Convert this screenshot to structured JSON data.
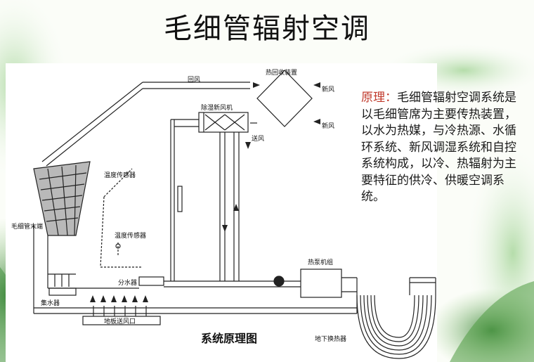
{
  "slide": {
    "title": "毛细管辐射空调",
    "principle_label": "原理：",
    "principle_text": "毛细管辐射空调系统是以毛细管席为主要传热装置，以水为热媒，与冷热源、水循环系统、新风调湿系统和自控系统构成，以冷、热辐射为主要特征的供冷、供暖空调系统。",
    "caption": "系统原理图"
  },
  "diagram": {
    "labels": {
      "return_air": "回风",
      "heat_recovery": "热回收装置",
      "fresh_air_1": "新风",
      "fresh_air_2": "新风",
      "dehumid_fan": "除湿新风机",
      "supply_air": "送风",
      "temp_humidity_sensor_1": "温度传感器",
      "capillary_end": "毛细管末端",
      "temp_humidity_sensor_2": "温度传感器",
      "distributor": "分水器",
      "collector": "集水器",
      "heat_pump": "热泵机组",
      "floor_vent": "地板送风口",
      "ground_exchanger": "地下换热器"
    },
    "colors": {
      "line": "#222222",
      "accent": "#c0392b",
      "leaf_green": "#3e8e3a"
    }
  }
}
